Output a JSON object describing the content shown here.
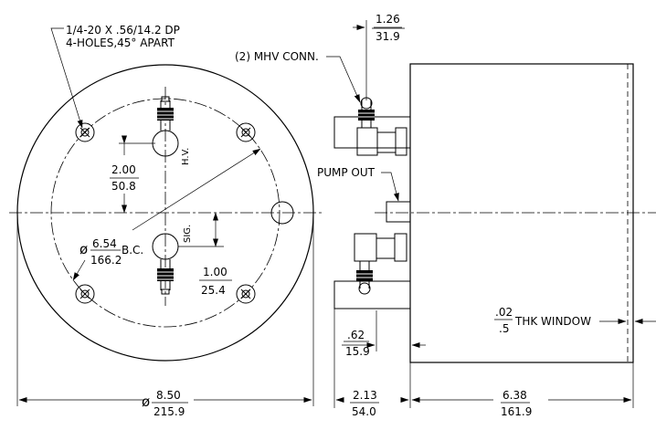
{
  "notes": {
    "holes_line1": "1/4-20 X .56/14.2 DP",
    "holes_line2": "4-HOLES,45° APART",
    "mhv": "(2) MHV CONN.",
    "pump": "PUMP OUT",
    "hv": "H.V.",
    "sig": "SIG.",
    "bc": "B.C.",
    "window": "THK WINDOW",
    "diameter_symbol": "ø"
  },
  "dimensions": {
    "bc_in": "6.54",
    "bc_mm": "166.2",
    "hv_offset_in": "2.00",
    "hv_offset_mm": "50.8",
    "sig_offset_in": "1.00",
    "sig_offset_mm": "25.4",
    "overall_dia_in": "8.50",
    "overall_dia_mm": "215.9",
    "conn_in": "1.26",
    "conn_mm": "31.9",
    "flange_in": ".62",
    "flange_mm": "15.9",
    "port_in": "2.13",
    "port_mm": "54.0",
    "body_in": "6.38",
    "body_mm": "161.9",
    "window_in": ".02",
    "window_mm": ".5"
  }
}
